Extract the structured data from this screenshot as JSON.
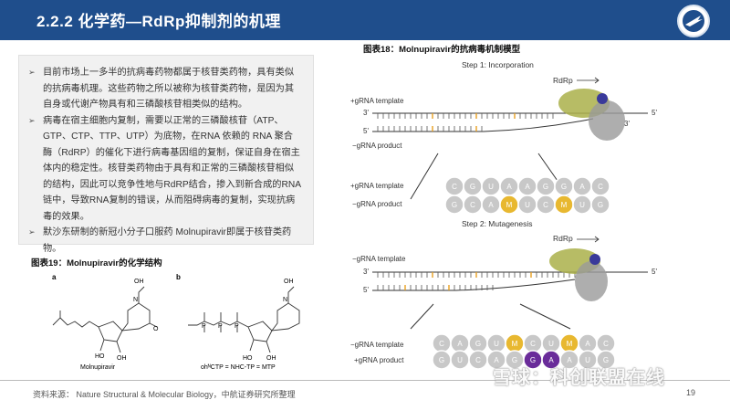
{
  "header": {
    "title": "2.2.2 化学药—RdRp抑制剂的机理"
  },
  "text_box": {
    "bullets": [
      "目前市场上一多半的抗病毒药物都属于核苷类药物，具有类似的抗病毒机理。这些药物之所以被称为核苷类药物，是因为其自身或代谢产物具有和三磷酸核苷相类似的结构。",
      "病毒在宿主细胞内复制，需要以正常的三磷酸核苷（ATP、GTP、CTP、TTP、UTP）为底物，在RNA 依赖的 RNA 聚合酶（RdRP）的催化下进行病毒基因组的复制，保证自身在宿主体内的稳定性。核苷类药物由于具有和正常的三磷酸核苷相似的结构，因此可以竞争性地与RdRP结合，掺入到新合成的RNA链中，导致RNA复制的错误，从而阻碍病毒的复制，实现抗病毒的效果。",
      "默沙东研制的新冠小分子口服药 Molnupiravir即属于核苷类药物。"
    ]
  },
  "figure19": {
    "caption": "图表19：Molnupiravir的化学结构",
    "panel_a": "a",
    "panel_b": "b",
    "label_a_name": "Molnupiravir",
    "label_b_name": "ohᴺCTP = NHC-TP = MTP",
    "atoms": {
      "nh": "N",
      "oh": "OH",
      "h": "H",
      "o": "O",
      "n": "N",
      "ho": "HO",
      "oh2": "OH",
      "p": "P"
    }
  },
  "figure18": {
    "caption": "图表18：Molnupiravir的抗病毒机制模型",
    "step1": "Step 1: Incorporation",
    "step2": "Step 2: Mutagenesis",
    "rdrp": "RdRp",
    "plus_template": "+gRNA template",
    "minus_product": "−gRNA product",
    "minus_template": "−gRNA template",
    "plus_product": "+gRNA product",
    "end3": "3'",
    "end5": "5'",
    "row1_top": [
      "C",
      "G",
      "U",
      "A",
      "A",
      "G",
      "G",
      "A",
      "C"
    ],
    "row1_bottom": [
      "G",
      "C",
      "A",
      "M",
      "U",
      "C",
      "M",
      "U",
      "G"
    ],
    "row2_top": [
      "C",
      "A",
      "G",
      "U",
      "M",
      "C",
      "U",
      "M",
      "A",
      "C"
    ],
    "row2_bottom": [
      "G",
      "U",
      "C",
      "A",
      "G",
      "G",
      "A",
      "A",
      "U",
      "G"
    ]
  },
  "footer": {
    "source": "资料来源：   Nature Structural & Molecular Biology，中航证券研究所整理",
    "page": "19",
    "watermark": "雪球：科创联盟在线"
  }
}
